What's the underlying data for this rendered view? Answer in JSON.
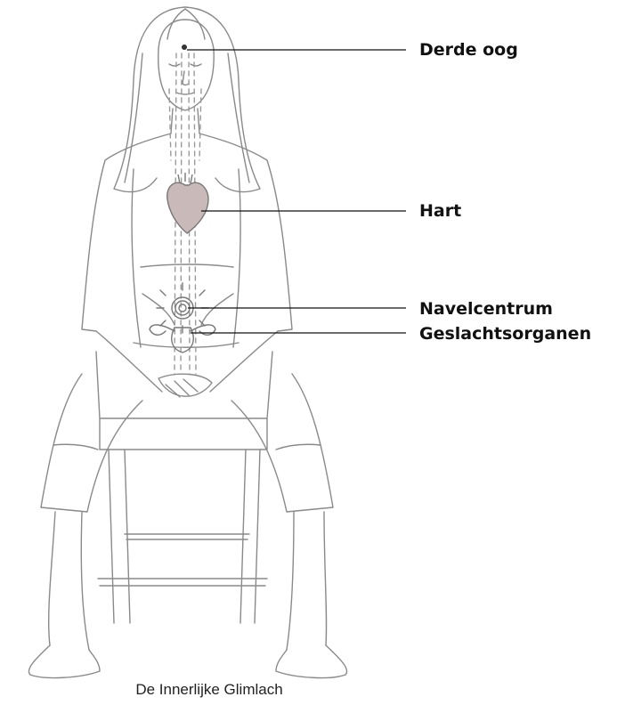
{
  "labels": [
    {
      "text": "Derde oog"
    },
    {
      "text": "Hart"
    },
    {
      "text": "Navelcentrum"
    },
    {
      "text": "Geslachtsorganen"
    }
  ],
  "caption": "De Innerlijke Glimlach",
  "colors": {
    "ink": "#111111",
    "sketch": "#8a8a8a",
    "heart": "#c9b9b9",
    "background": "#ffffff"
  }
}
